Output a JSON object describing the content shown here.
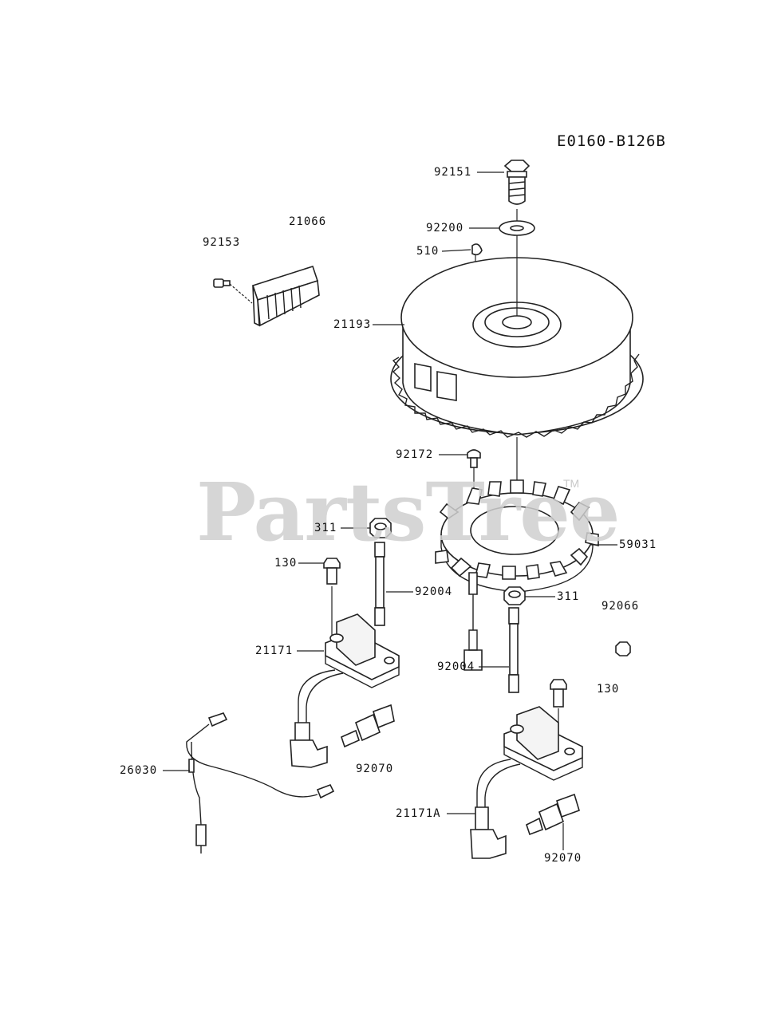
{
  "diagram": {
    "code": "E0160-B126B",
    "watermark": "PartsTree",
    "watermark_tm": "TM",
    "labels": {
      "p92151": "92151",
      "p92200": "92200",
      "p510": "510",
      "p21066": "21066",
      "p92153": "92153",
      "p21193": "21193",
      "p92172": "92172",
      "p311a": "311",
      "p59031": "59031",
      "p130a": "130",
      "p92004a": "92004",
      "p311b": "311",
      "p92066": "92066",
      "p21171": "21171",
      "p92004b": "92004",
      "p130b": "130",
      "p26030": "26030",
      "p92070a": "92070",
      "p21171a": "21171A",
      "p92070b": "92070"
    }
  }
}
